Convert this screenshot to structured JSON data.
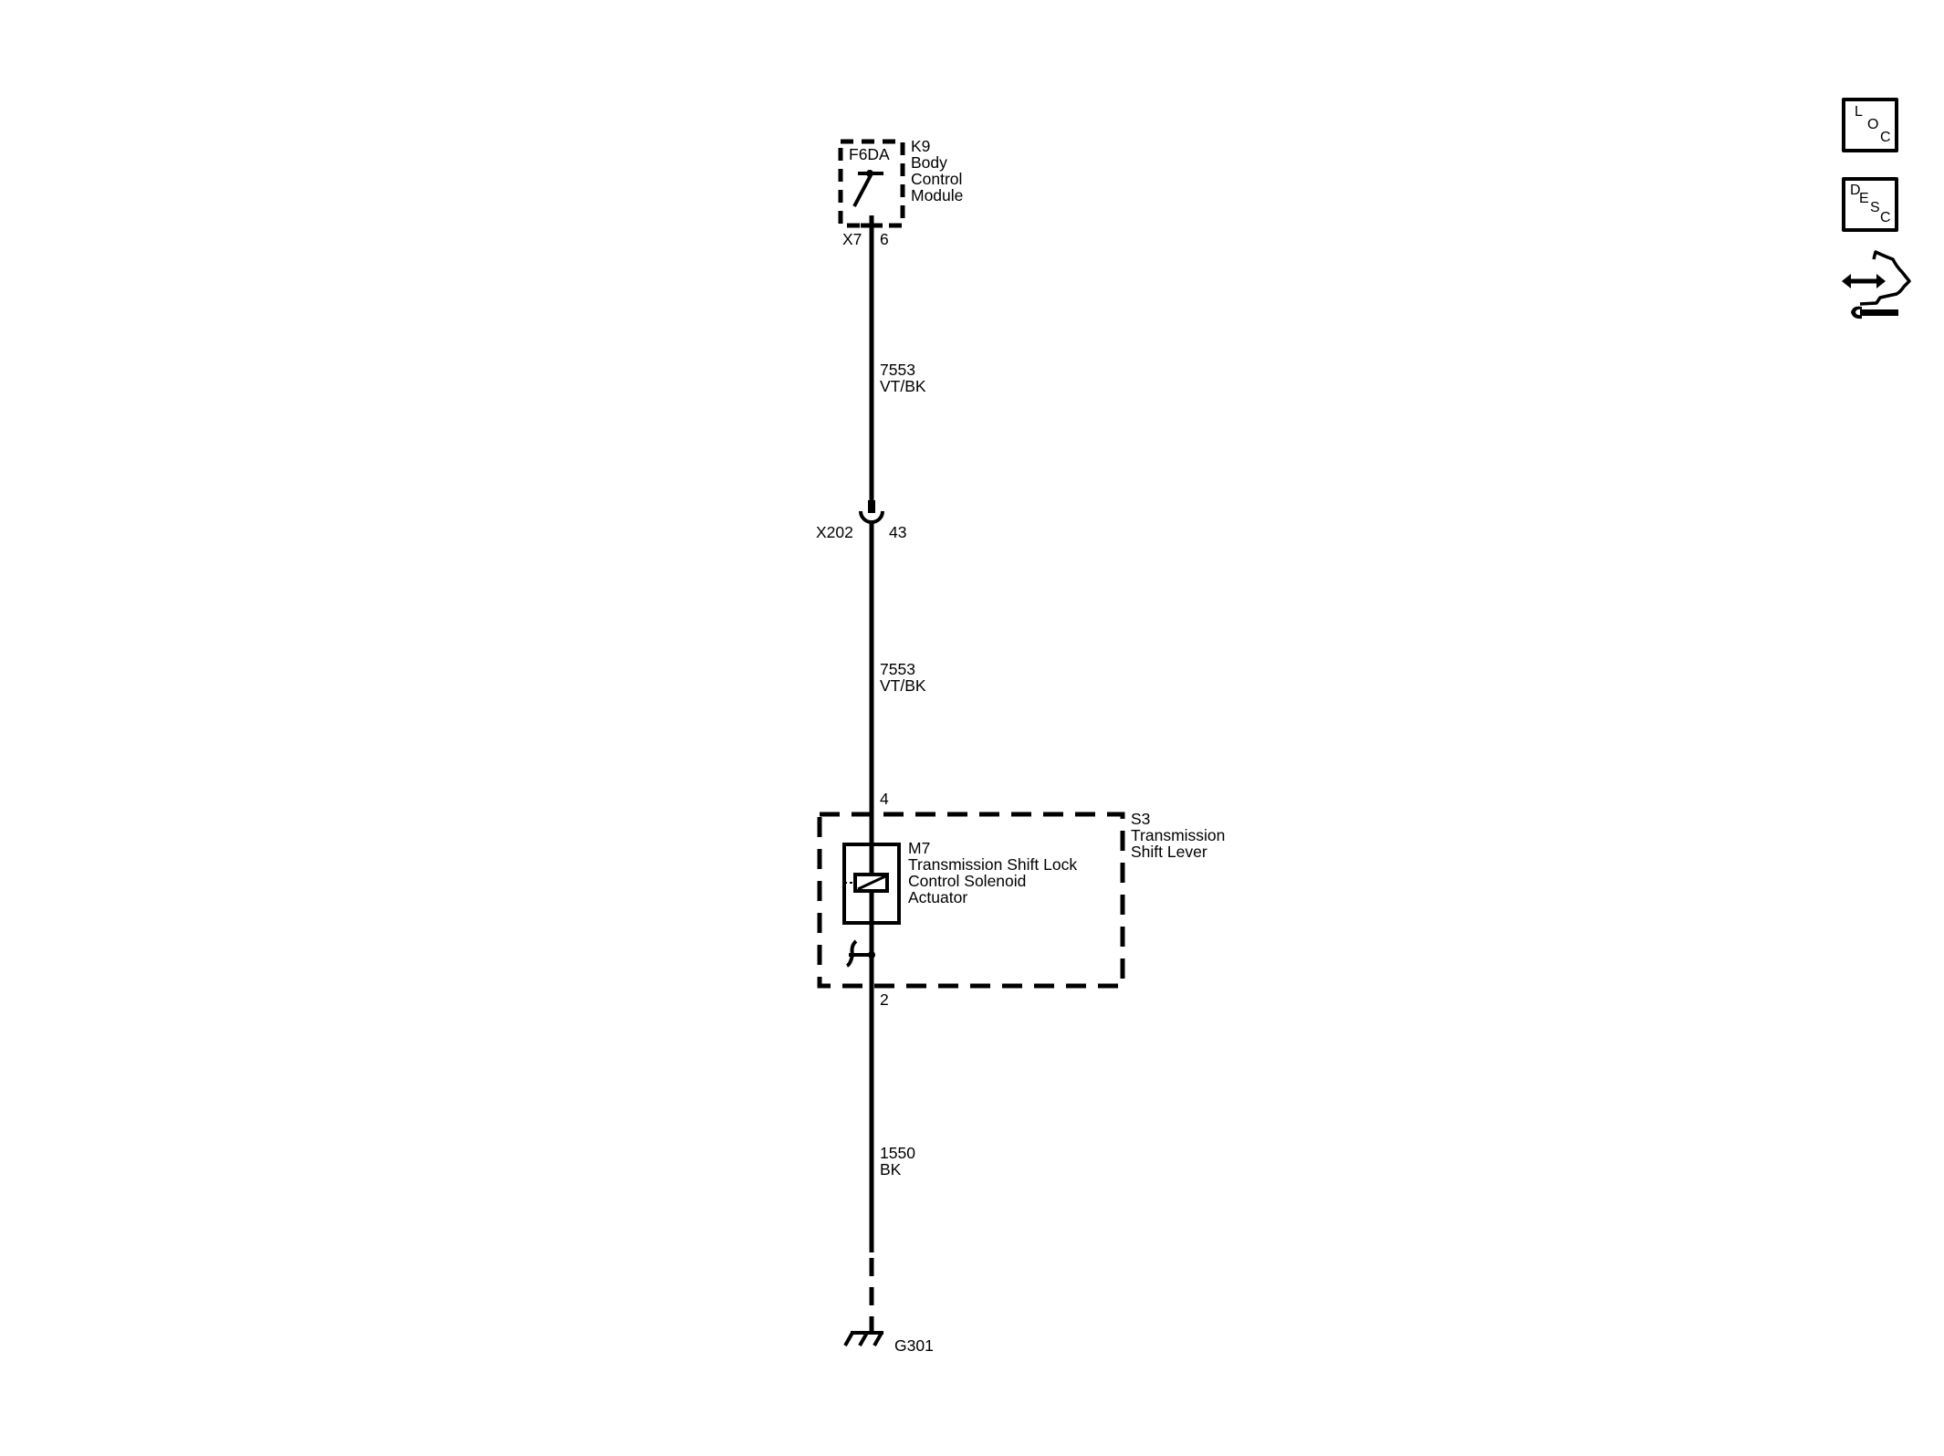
{
  "toolbar": {
    "loc": {
      "letters": [
        "L",
        "O",
        "C"
      ],
      "name": "LOC"
    },
    "desc": {
      "letters": [
        "D",
        "E",
        "S",
        "C"
      ],
      "name": "DESC"
    },
    "connector_icon": "connector-repair-icon"
  },
  "components": {
    "k9": {
      "id": "K9",
      "name_lines": [
        "Body",
        "Control",
        "Module"
      ],
      "internal": "F6DA",
      "connector": "X7",
      "pin": "6"
    },
    "x202": {
      "connector": "X202",
      "pin": "43"
    },
    "s3": {
      "id": "S3",
      "name_lines": [
        "Transmission",
        "Shift Lever"
      ],
      "pin_top": "4",
      "pin_bottom": "2"
    },
    "m7": {
      "id": "M7",
      "name_lines": [
        "Transmission Shift Lock",
        "Control Solenoid",
        "Actuator"
      ]
    },
    "g301": {
      "id": "G301"
    }
  },
  "wires": [
    {
      "circuit": "7553",
      "color": "VT/BK"
    },
    {
      "circuit": "7553",
      "color": "VT/BK"
    },
    {
      "circuit": "1550",
      "color": "BK"
    }
  ],
  "colors": {
    "line": "#000000",
    "background": "#ffffff"
  }
}
